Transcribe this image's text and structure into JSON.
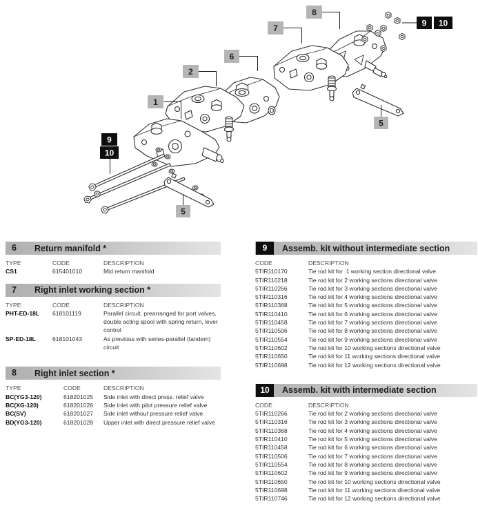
{
  "diagram": {
    "callouts": {
      "c1": "1",
      "c2": "2",
      "c5": "5",
      "c6": "6",
      "c7": "7",
      "c8": "8",
      "c9": "9",
      "c10": "10"
    }
  },
  "table_headers": {
    "type": "TYPE",
    "code": "CODE",
    "desc": "DESCRIPTION"
  },
  "sections": {
    "s6": {
      "num": "6",
      "title": "Return manifold *",
      "rows": [
        {
          "type": "CS1",
          "code": "615401010",
          "desc": "Mid return manifold"
        }
      ]
    },
    "s7": {
      "num": "7",
      "title": "Right inlet working section *",
      "rows": [
        {
          "type": "PHT-ED-18L",
          "code": "618101119",
          "desc": "Parallel circuit, prearranged for port valves, double acting spool with spring return, lever control"
        },
        {
          "type": "SP-ED-18L",
          "code": "618101043",
          "desc": "As previous with series-parallel (tandem) circuit"
        }
      ]
    },
    "s8": {
      "num": "8",
      "title": "Right inlet section *",
      "rows": [
        {
          "type": "BC(YG3-120)",
          "code": "618201025",
          "desc": "Side inlet with direct press. relief valve"
        },
        {
          "type": "BC(XG-120)",
          "code": "618201026",
          "desc": "Side inlet with pilot pressure relief valve"
        },
        {
          "type": "BC(SV)",
          "code": "618201027",
          "desc": "Side inlet without pressure relief valve"
        },
        {
          "type": "BD(YG3-120)",
          "code": "618201028",
          "desc": "Upper inlet with direct pressure relief valve"
        }
      ]
    },
    "s9": {
      "num": "9",
      "title": "Assemb. kit without intermediate section",
      "rows": [
        {
          "code": "5TIR110170",
          "desc": "Tie rod kit for  1 working section directional valve"
        },
        {
          "code": "5TIR110218",
          "desc": "Tie rod kit for 2 working sections directional valve"
        },
        {
          "code": "5TIR110266",
          "desc": "Tie rod kit for 3 working sections directional valve"
        },
        {
          "code": "5TIR110316",
          "desc": "Tie rod kit for 4 working sections directional valve"
        },
        {
          "code": "5TIR110368",
          "desc": "Tie rod kit for 5 working sections directional valve"
        },
        {
          "code": "5TIR110410",
          "desc": "Tie rod kit for 6 working sections directional valve"
        },
        {
          "code": "5TIR110458",
          "desc": "Tie rod kit for 7 working sections directional valve"
        },
        {
          "code": "5TIR110506",
          "desc": "Tie rod kit for 8 working sections directional valve"
        },
        {
          "code": "5TIR110554",
          "desc": "Tie rod kit for 9 working sections directional valve"
        },
        {
          "code": "5TIR110602",
          "desc": "Tie rod kit for 10 working sections directional valve"
        },
        {
          "code": "5TIR110650",
          "desc": "Tie rod kit for 11 working sections directional valve"
        },
        {
          "code": "5TIR110698",
          "desc": "Tie rod kit for 12 working sections directional valve"
        }
      ]
    },
    "s10": {
      "num": "10",
      "title": "Assemb. kit with intermediate section",
      "rows": [
        {
          "code": "5TIR110266",
          "desc": "Tie rod kit for 2 working sections directional valve"
        },
        {
          "code": "5TIR110316",
          "desc": "Tie rod kit for 3 working sections directional valve"
        },
        {
          "code": "5TIR110368",
          "desc": "Tie rod kit for 4 working sections directional valve"
        },
        {
          "code": "5TIR110410",
          "desc": "Tie rod kit for 5 working sections directional valve"
        },
        {
          "code": "5TIR110458",
          "desc": "Tie rod kit for 6 working sections directional valve"
        },
        {
          "code": "5TIR110506",
          "desc": "Tie rod kit for 7 working sections directional valve"
        },
        {
          "code": "5TIR110554",
          "desc": "Tie rod kit for 8 working sections directional valve"
        },
        {
          "code": "5TIR110602",
          "desc": "Tie rod kit for 9 working sections directional valve"
        },
        {
          "code": "5TIR110650",
          "desc": "Tie rod kit for 10 working sections directional valve"
        },
        {
          "code": "5TIR110698",
          "desc": "Tie rod kit for 11 working sections directional valve"
        },
        {
          "code": "5TIR110746",
          "desc": "Tie rod kit for 12 working sections directional valve"
        }
      ]
    }
  }
}
